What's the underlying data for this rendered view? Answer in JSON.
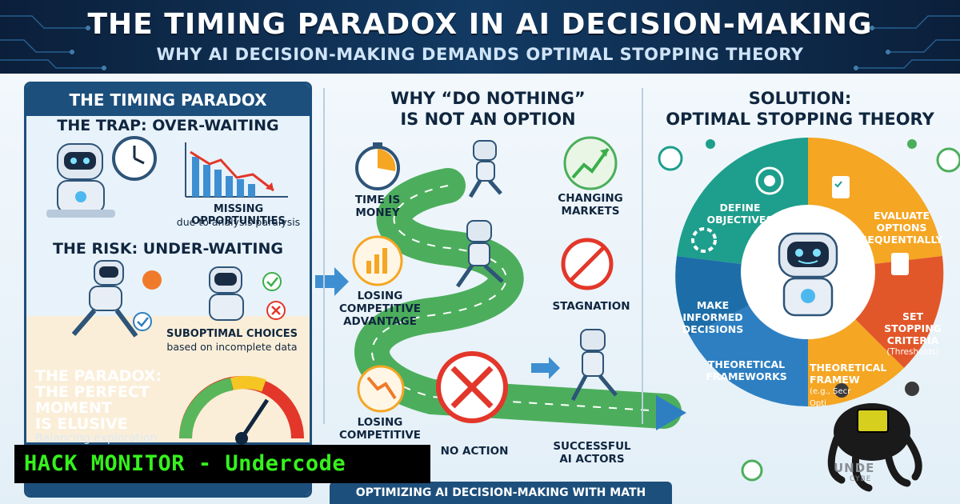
{
  "header": {
    "title": "THE TIMING PARADOX IN AI DECISION-MAKING",
    "subtitle": "WHY AI DECISION-MAKING DEMANDS OPTIMAL STOPPING THEORY"
  },
  "left": {
    "heading": "THE TIMING PARADOX",
    "trap_title": "THE TRAP: OVER-WAITING",
    "trap_caption_1": "MISSING OPPORTUNITIES",
    "trap_caption_2": "due to analysis paralysis",
    "risk_title": "THE RISK: UNDER-WAITING",
    "risk_caption_1": "SUBOPTIMAL CHOICES",
    "risk_caption_2": "based on incomplete data",
    "paradox_1": "THE PARADOX:",
    "paradox_2": "THE PERFECT",
    "paradox_3": "MOMENT",
    "paradox_4": "IS ELUSIVE",
    "balancing": "Balancing exploration"
  },
  "middle": {
    "title_1": "WHY “DO NOTHING”",
    "title_2": "IS NOT AN OPTION",
    "time_1": "TIME IS",
    "time_2": "MONEY",
    "changing_1": "CHANGING",
    "changing_2": "MARKETS",
    "losing_1": "LOSING",
    "losing_2": "COMPETITIVE",
    "losing_3": "ADVANTAGE",
    "stagnation": "STAGNATION",
    "losing_b1": "LOSING",
    "losing_b2": "COMPETITIVE",
    "no_action": "NO ACTION",
    "successful_1": "SUCCESSFUL",
    "successful_2": "AI ACTORS"
  },
  "right": {
    "title_1": "SOLUTION:",
    "title_2": "OPTIMAL STOPPING THEORY",
    "define_1": "DEFINE",
    "define_2": "OBJECTIVES",
    "evaluate_1": "EVALUATE",
    "evaluate_2": "OPTIONS",
    "evaluate_3": "SEQUENTIALLY",
    "set_1": "SET",
    "set_2": "STOPPING",
    "set_3": "CRITERIA",
    "set_4": "(Thresholds)",
    "make_1": "MAKE",
    "make_2": "INFORMED",
    "make_3": "DECISIONS",
    "theo_1": "THEORETICAL",
    "theo_2": "FRAMEWORKS",
    "theo_b1": "THEORETICAL",
    "theo_b2": "FRAMEW",
    "theo_b3": "(e.g., Secr",
    "theo_b4": "Opti",
    "brand_1": "UNDE",
    "brand_2": "CYBE"
  },
  "footer": {
    "banner": "HACK MONITOR - Undercode",
    "bottom": "OPTIMIZING AI DECISION-MAKING WITH MATH"
  },
  "colors": {
    "navy": "#1d4f7c",
    "teal": "#1e9e8c",
    "green": "#5ab65a",
    "orange": "#f5a623",
    "red": "#e2572a",
    "blue": "#2d7fc1",
    "hack_green": "#35f21c"
  },
  "icons": [
    "robot-icon",
    "clock-icon",
    "chart-down-icon",
    "stopwatch-icon",
    "chart-up-icon",
    "no-entry-icon",
    "x-circle-icon",
    "target-icon",
    "checklist-icon",
    "gear-icon",
    "gauge-icon",
    "octopus-icon"
  ]
}
